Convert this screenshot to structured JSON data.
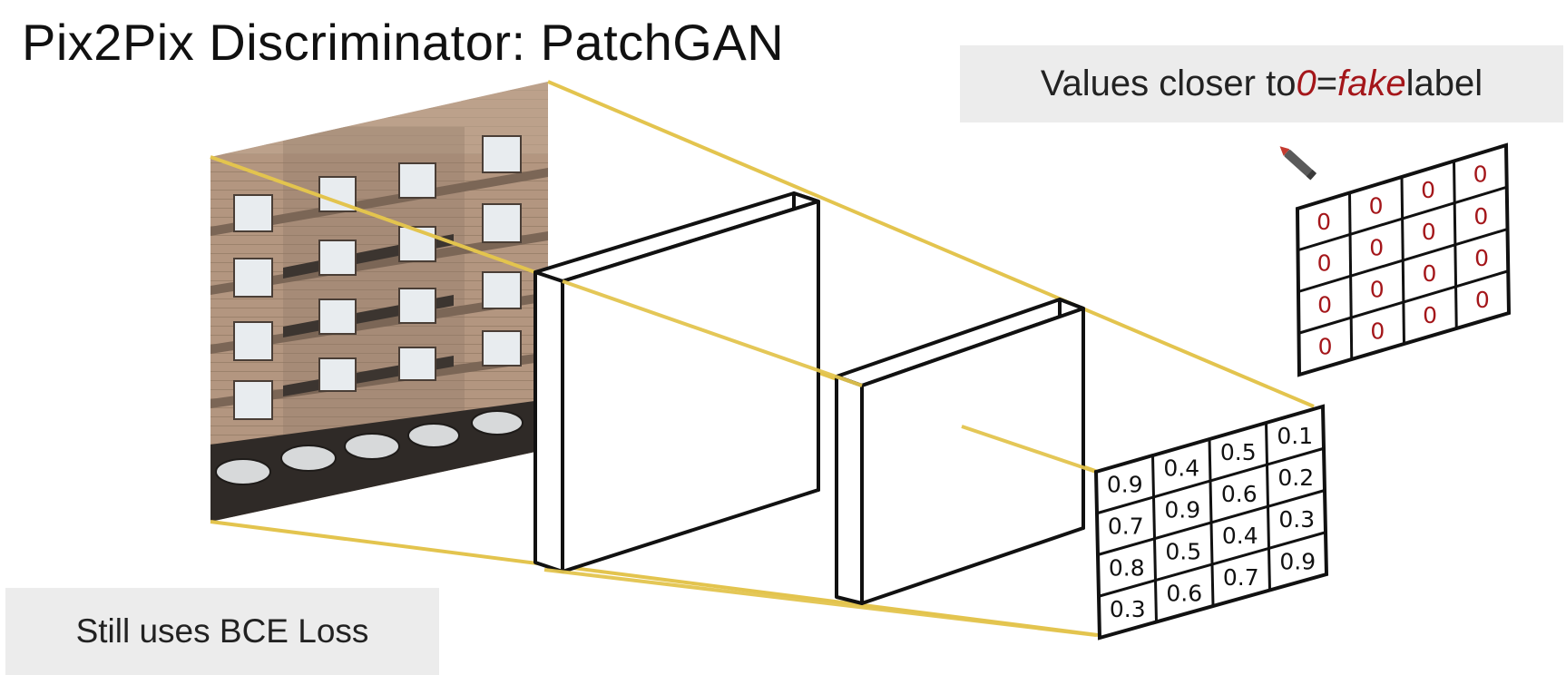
{
  "title": "Pix2Pix Discriminator: PatchGAN",
  "fake_note": {
    "prefix": "Values closer to ",
    "zero": "0",
    "equals": " = ",
    "fake": "fake",
    "suffix": " label"
  },
  "loss_note": "Still uses BCE Loss",
  "output_grid": [
    [
      "0.9",
      "0.4",
      "0.5",
      "0.1"
    ],
    [
      "0.7",
      "0.9",
      "0.6",
      "0.2"
    ],
    [
      "0.8",
      "0.5",
      "0.4",
      "0.3"
    ],
    [
      "0.3",
      "0.6",
      "0.7",
      "0.9"
    ]
  ],
  "fake_label_grid": [
    [
      "0",
      "0",
      "0",
      "0"
    ],
    [
      "0",
      "0",
      "0",
      "0"
    ],
    [
      "0",
      "0",
      "0",
      "0"
    ],
    [
      "0",
      "0",
      "0",
      "0"
    ]
  ],
  "colors": {
    "projection_lines": "#e3c44e",
    "fake_red": "#a4161a",
    "note_bg": "#ececec"
  },
  "icons": [
    "building-photo",
    "pen-cursor-icon"
  ]
}
